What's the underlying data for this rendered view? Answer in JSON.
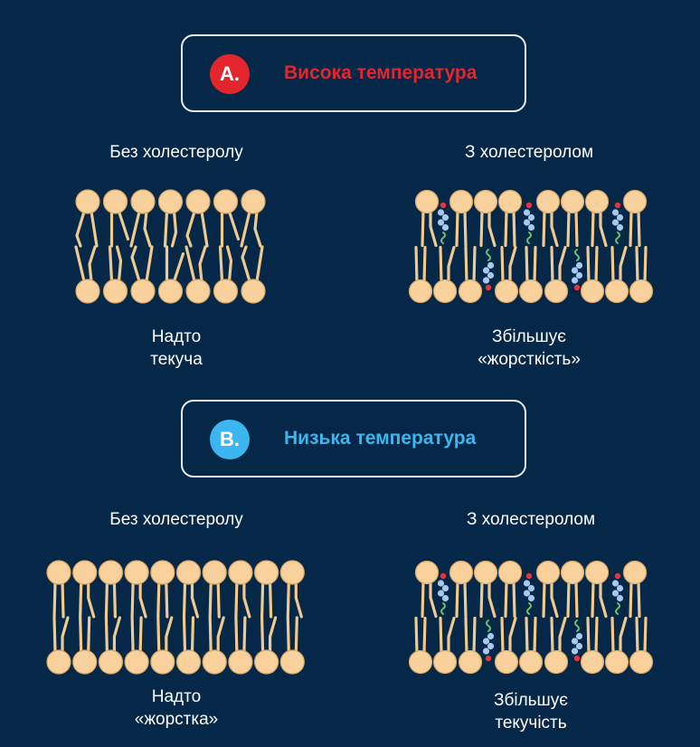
{
  "colors": {
    "background": "#052849",
    "high_temp": "#e3262d",
    "low_temp": "#3bb6ee",
    "head": "#f8d19c",
    "head_stroke": "#d8a866",
    "tail": "#f0c98f",
    "cholesterol_ring": "#a9c8ee",
    "cholesterol_tail": "#6cc06a",
    "cholesterol_head": "#e8333a"
  },
  "panel_a": {
    "badge": "A.",
    "title": "Висока температура",
    "left": {
      "label": "Без холестеролу",
      "caption": [
        "Надто",
        "текуча"
      ]
    },
    "right": {
      "label": "З холестеролом",
      "caption": [
        "Збільшує",
        "«жорсткість»"
      ]
    }
  },
  "panel_b": {
    "badge": "B.",
    "title": "Низька температура",
    "left": {
      "label": "Без холестеролу",
      "caption": [
        "Надто",
        "«жорстка»"
      ]
    },
    "right": {
      "label": "З холестеролом",
      "caption": [
        "Збільшує",
        "текучість"
      ]
    }
  }
}
